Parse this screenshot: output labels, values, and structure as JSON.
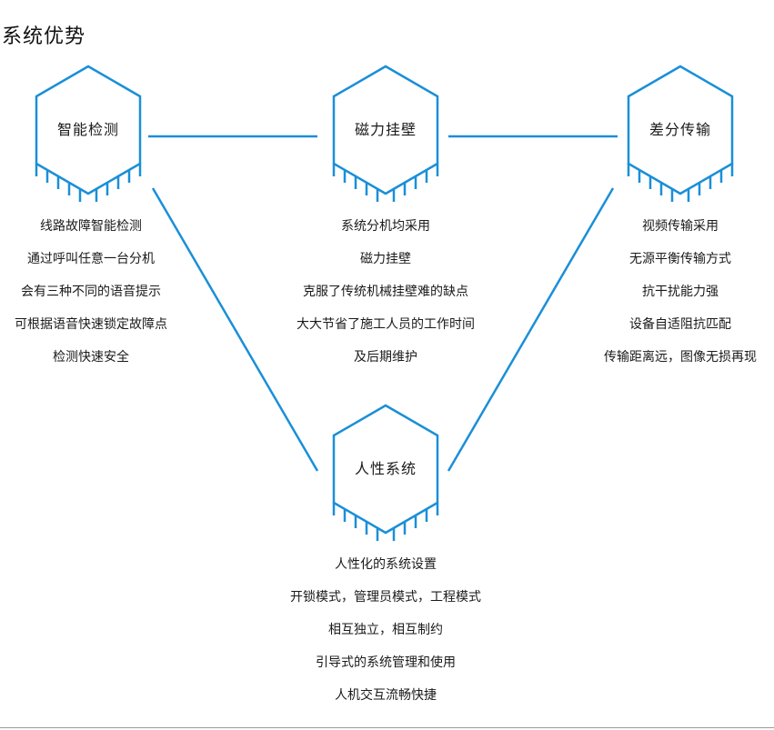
{
  "page": {
    "title": "系统优势"
  },
  "colors": {
    "accent": "#1a8fd8",
    "text": "#1a1a1a",
    "rule": "#9a9a9a"
  },
  "nodes": {
    "smart_detection": {
      "label": "智能检测",
      "lines": [
        "线路故障智能检测",
        "通过呼叫任意一台分机",
        "会有三种不同的语音提示",
        "可根据语音快速锁定故障点",
        "检测快速安全"
      ]
    },
    "magnetic_mount": {
      "label": "磁力挂壁",
      "lines": [
        "系统分机均采用",
        "磁力挂壁",
        "克服了传统机械挂壁难的缺点",
        "大大节省了施工人员的工作时间",
        "及后期维护"
      ]
    },
    "differential_transmission": {
      "label": "差分传输",
      "lines": [
        "视频传输采用",
        "无源平衡传输方式",
        "抗干扰能力强",
        "设备自适阻抗匹配",
        "传输距离远，图像无损再现"
      ]
    },
    "user_friendly_system": {
      "label": "人性系统",
      "lines": [
        "人性化的系统设置",
        "开锁模式，管理员模式，工程模式",
        "相互独立，相互制约",
        "引导式的系统管理和使用",
        "人机交互流畅快捷"
      ]
    }
  }
}
